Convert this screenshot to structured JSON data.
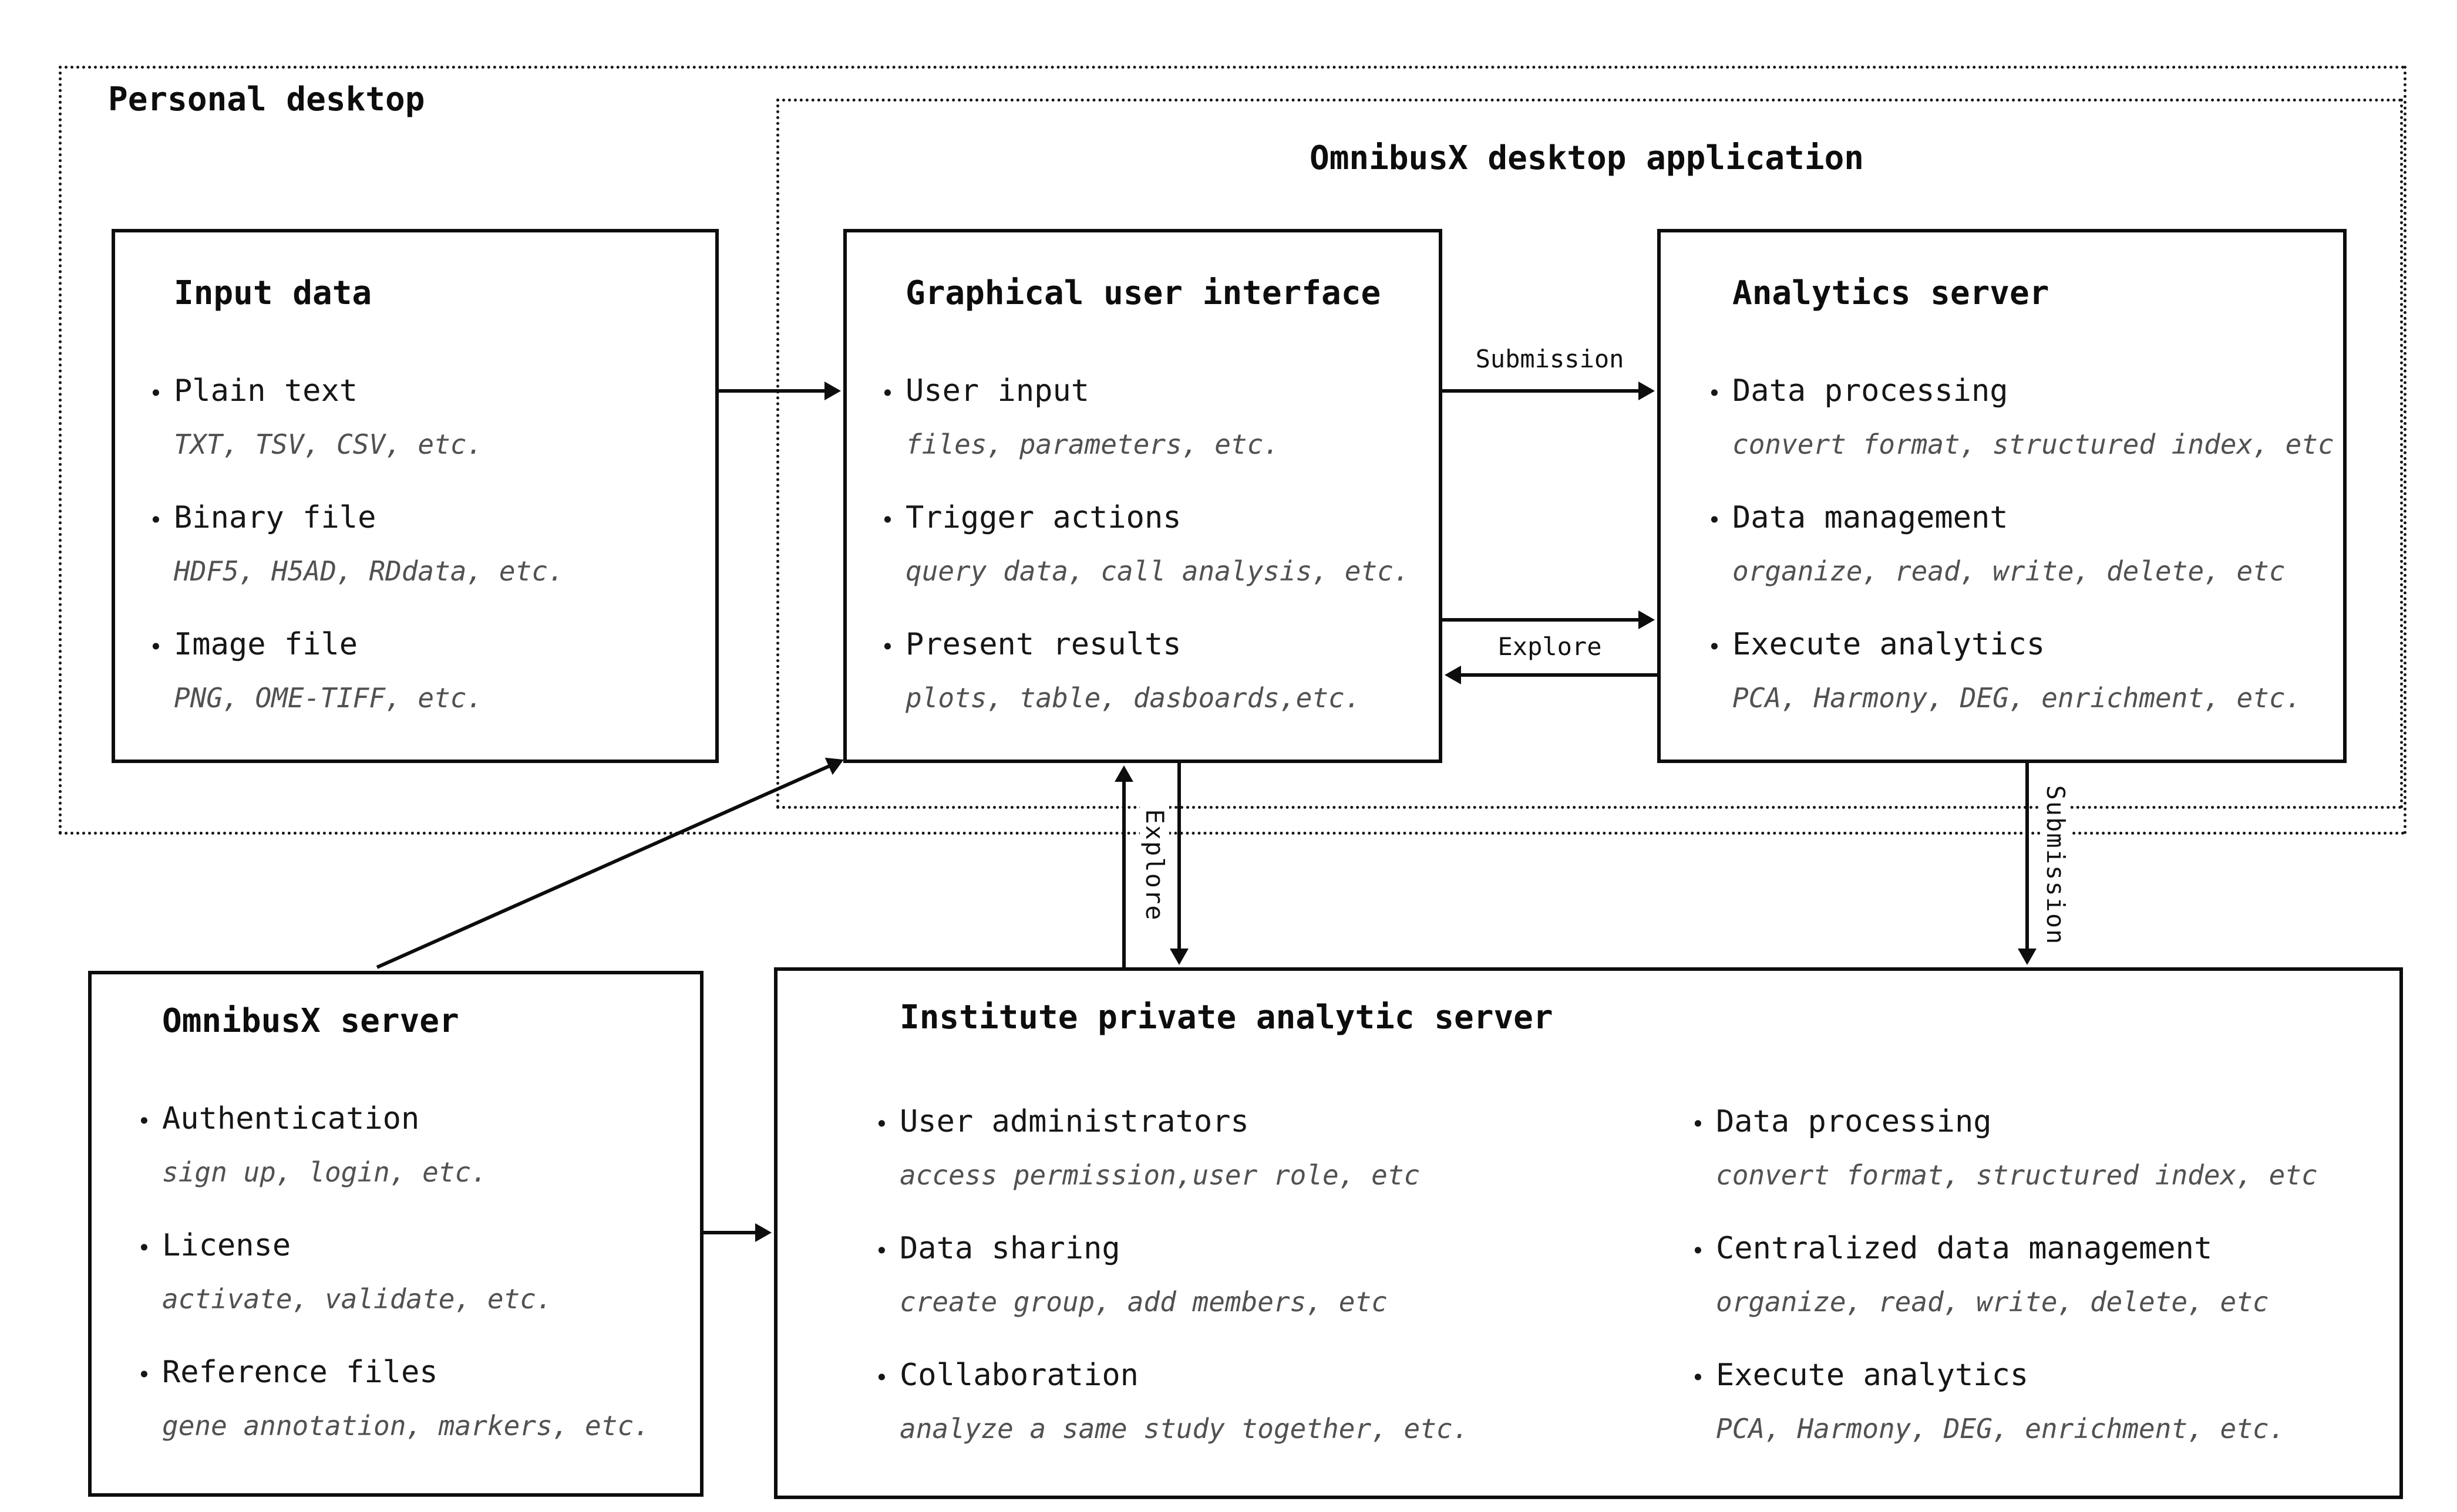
{
  "colors": {
    "ink": "#0d0d0d",
    "muted": "#515151",
    "background": "#ffffff"
  },
  "containers": {
    "personal_desktop": {
      "label": "Personal desktop"
    },
    "desktop_app": {
      "label": "OmnibusX desktop application"
    }
  },
  "boxes": {
    "input_data": {
      "title": "Input data",
      "items": [
        {
          "label": "Plain text",
          "detail": "TXT, TSV, CSV, etc."
        },
        {
          "label": "Binary file",
          "detail": "HDF5, H5AD, RDdata, etc."
        },
        {
          "label": "Image file",
          "detail": "PNG, OME-TIFF, etc."
        }
      ]
    },
    "gui": {
      "title": "Graphical user interface",
      "items": [
        {
          "label": "User input",
          "detail": "files, parameters, etc."
        },
        {
          "label": "Trigger actions",
          "detail": "query data, call analysis, etc."
        },
        {
          "label": "Present results",
          "detail": "plots, table, dasboards,etc."
        }
      ]
    },
    "analytics_server": {
      "title": "Analytics server",
      "items": [
        {
          "label": "Data processing",
          "detail": "convert format, structured index, etc"
        },
        {
          "label": "Data management",
          "detail": "organize, read, write, delete, etc"
        },
        {
          "label": "Execute analytics",
          "detail": "PCA, Harmony, DEG, enrichment, etc."
        }
      ]
    },
    "omnibusx_server": {
      "title": "OmnibusX server",
      "items": [
        {
          "label": "Authentication",
          "detail": "sign up, login, etc."
        },
        {
          "label": "License",
          "detail": "activate, validate, etc."
        },
        {
          "label": "Reference files",
          "detail": "gene annotation, markers, etc."
        }
      ]
    },
    "institute_server": {
      "title": "Institute private analytic server",
      "left_items": [
        {
          "label": "User administrators",
          "detail": "access permission,user role, etc"
        },
        {
          "label": "Data sharing",
          "detail": "create group, add members, etc"
        },
        {
          "label": "Collaboration",
          "detail": "analyze a same study together, etc."
        }
      ],
      "right_items": [
        {
          "label": "Data processing",
          "detail": "convert format, structured index, etc"
        },
        {
          "label": "Centralized data management",
          "detail": "organize, read, write, delete, etc"
        },
        {
          "label": "Execute analytics",
          "detail": "PCA, Harmony, DEG, enrichment, etc."
        }
      ]
    }
  },
  "arrows": {
    "gui_to_analytics": {
      "label": "Submission"
    },
    "analytics_to_gui": {
      "label": "Explore"
    },
    "gui_institute_exchange": {
      "label": "Explore"
    },
    "analytics_to_institute": {
      "label": "Submission"
    }
  }
}
